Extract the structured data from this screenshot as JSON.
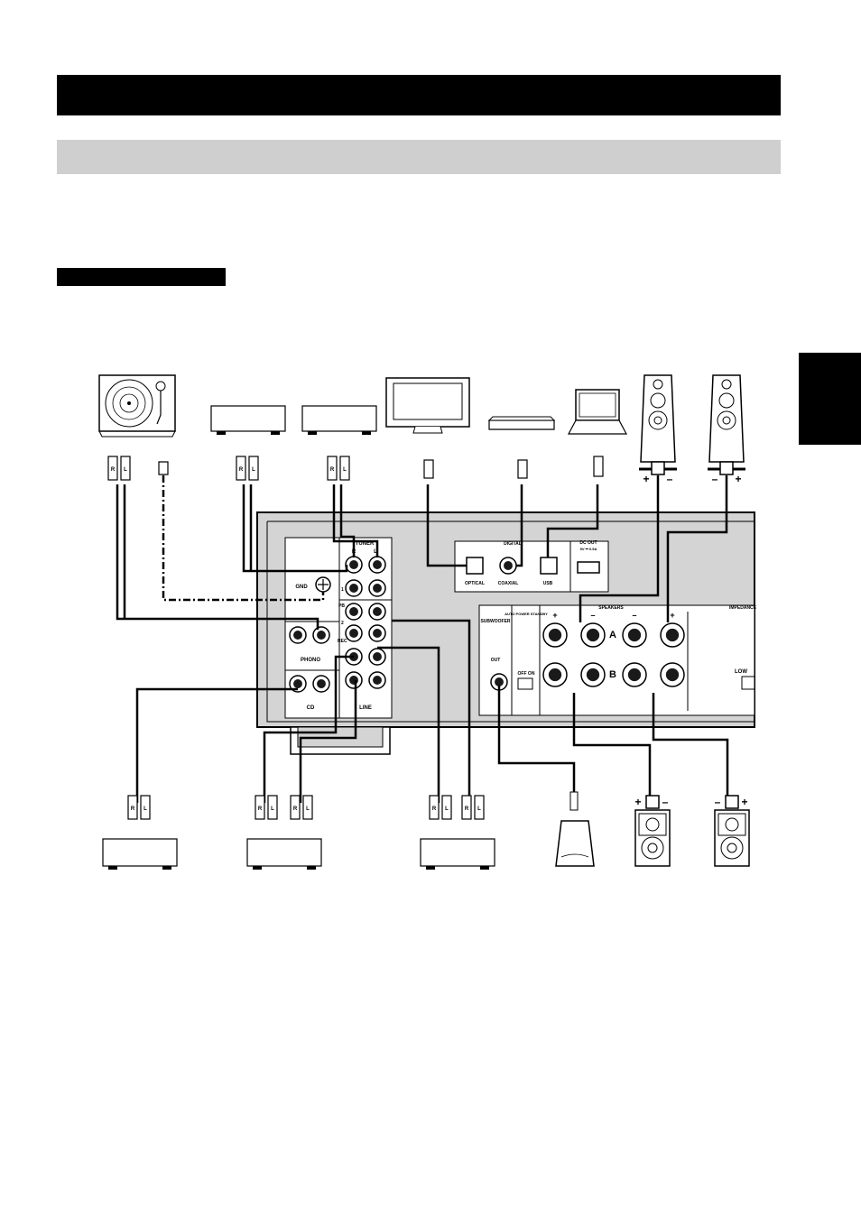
{
  "panel": {
    "tuner": "TUNER",
    "tuner_r": "R",
    "tuner_l": "L",
    "gnd": "GND",
    "phono": "PHONO",
    "cd": "CD",
    "line": "LINE",
    "line_1": "1",
    "line_pb": "PB",
    "line_2": "2",
    "line_rec": "REC",
    "digital": "DIGITAL",
    "optical": "OPTICAL",
    "coaxial": "COAXIAL",
    "usb": "USB",
    "dc_out": "DC OUT",
    "dc_out_spec": "5V ⎓ 0.5A",
    "subwoofer": "SUBWOOFER",
    "out": "OUT",
    "auto_power_standby": "AUTO POWER STANDBY",
    "off_on": "OFF ON",
    "speakers": "SPEAKERS",
    "speaker_a": "A",
    "speaker_b": "B",
    "impedance": "IMPEDANCE",
    "low": "LOW",
    "plus": "+",
    "minus": "–",
    "plug_r": "R",
    "plug_l": "L"
  },
  "colors": {
    "panel_gray": "#d4d4d4",
    "jack_dark": "#1a1a1a",
    "black_bar": "#000000",
    "gray_bar": "#cfcfcf"
  }
}
